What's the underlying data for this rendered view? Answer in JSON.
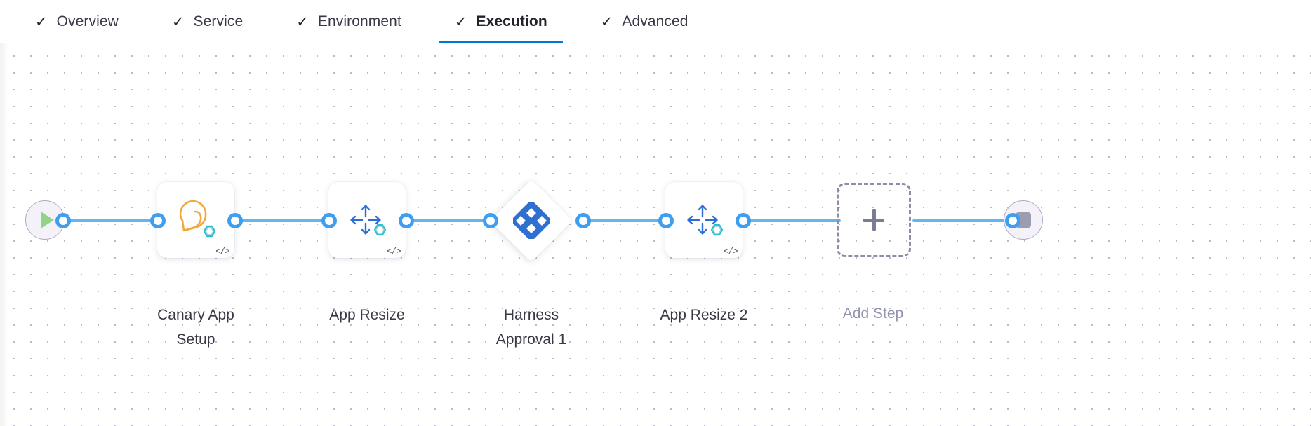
{
  "tabs": [
    {
      "label": "Overview",
      "icon": "check-icon",
      "active": false
    },
    {
      "label": "Service",
      "icon": "check-icon",
      "active": false
    },
    {
      "label": "Environment",
      "icon": "check-icon",
      "active": false
    },
    {
      "label": "Execution",
      "icon": "check-icon",
      "active": true
    },
    {
      "label": "Advanced",
      "icon": "check-icon",
      "active": false
    }
  ],
  "check_glyph": "✓",
  "colors": {
    "active_tab_underline": "#0278d5",
    "connector": "#64b4ee",
    "connector_dot_ring": "#3e9ff0",
    "harness_logo": "#2f6fcf",
    "canary_icon": "#f0a93c",
    "hexagon_accent": "#2ec0c8",
    "resize_arrow": "#2b6fd4",
    "start_play": "#92d387",
    "end_stop": "#9a9cb2",
    "endpoint_circle_bg": "#f4f2f8",
    "add_step_dash": "#8d8da6",
    "add_step_label": "#9294ad",
    "node_label": "#383946"
  },
  "pipeline": {
    "start_node": {
      "name": "start-node",
      "icon": "play-icon"
    },
    "end_node": {
      "name": "end-node",
      "icon": "stop-icon"
    },
    "steps": [
      {
        "id": "canary-app-setup",
        "label": "Canary App\nSetup",
        "icon": "canary-bird-icon",
        "badge": "</>",
        "shape": "card"
      },
      {
        "id": "app-resize",
        "label": "App Resize",
        "icon": "resize-arrows-icon",
        "badge": "</>",
        "shape": "card"
      },
      {
        "id": "harness-approval-1",
        "label": "Harness\nApproval 1",
        "icon": "harness-logo-icon",
        "badge": "",
        "shape": "diamond"
      },
      {
        "id": "app-resize-2",
        "label": "App Resize 2",
        "icon": "resize-arrows-icon",
        "badge": "</>",
        "shape": "card"
      },
      {
        "id": "add-step",
        "label": "Add Step",
        "icon": "plus-icon",
        "badge": "",
        "shape": "dashed"
      }
    ]
  }
}
